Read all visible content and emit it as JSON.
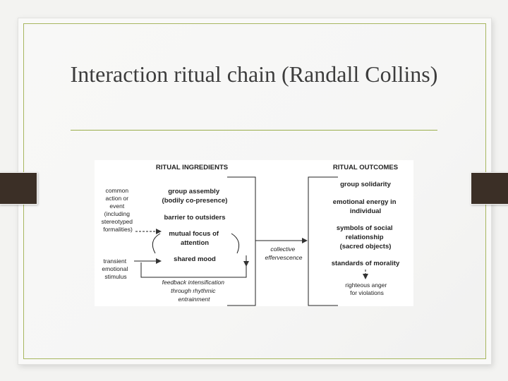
{
  "slide": {
    "title": "Interaction ritual chain (Randall Collins)"
  },
  "diagram": {
    "ingredients_header": "RITUAL INGREDIENTS",
    "outcomes_header": "RITUAL OUTCOMES",
    "ingredients": {
      "group_assembly": [
        "group assembly",
        "(bodily co-presence)"
      ],
      "barrier": [
        "barrier to outsiders"
      ],
      "mutual_focus": [
        "mutual focus of",
        "attention"
      ],
      "shared_mood": [
        "shared mood"
      ]
    },
    "side_inputs": {
      "common_action": [
        "common",
        "action or",
        "event",
        "(including",
        "stereotyped",
        "formalities)"
      ],
      "transient_emotion": [
        "transient",
        "emotional",
        "stimulus"
      ]
    },
    "feedback": [
      "feedback intensification",
      "through rhythmic",
      "entrainment"
    ],
    "middle": [
      "collective",
      "effervescence"
    ],
    "outcomes": {
      "group_solidarity": [
        "group solidarity"
      ],
      "emotional_energy": [
        "emotional energy in",
        "individual"
      ],
      "symbols": [
        "symbols of social",
        "relationship",
        "(sacred objects)"
      ],
      "morality": [
        "standards of morality"
      ],
      "righteous_anger": [
        "righteous anger",
        "for violations"
      ]
    }
  }
}
